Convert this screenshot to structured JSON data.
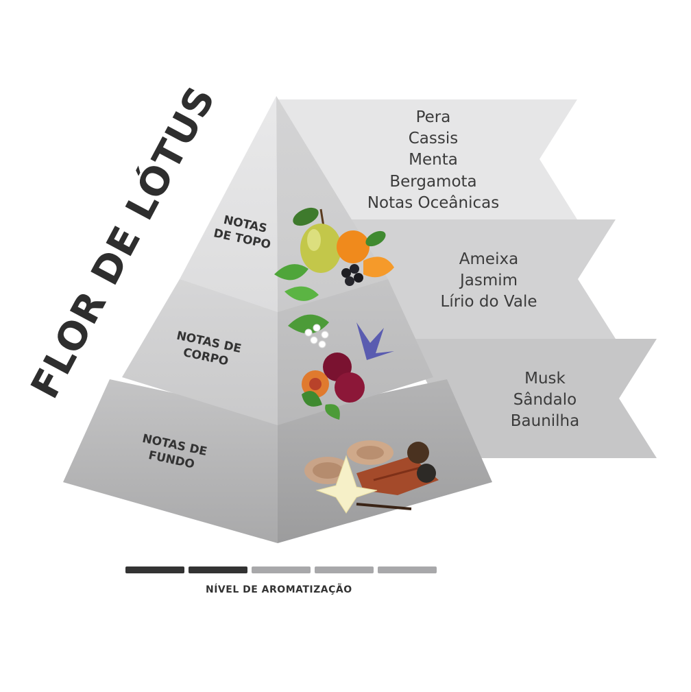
{
  "title": "FLOR DE LÓTUS",
  "tiers": [
    {
      "label_lines": [
        "NOTAS",
        "DE TOPO"
      ],
      "notes": [
        "Pera",
        "Cassis",
        "Menta",
        "Bergamota",
        "Notas Oceânicas"
      ]
    },
    {
      "label_lines": [
        "NOTAS DE",
        "CORPO"
      ],
      "notes": [
        "Ameixa",
        "Jasmim",
        "Lírio do Vale"
      ]
    },
    {
      "label_lines": [
        "NOTAS DE",
        "FUNDO"
      ],
      "notes": [
        "Musk",
        "Sândalo",
        "Baunilha"
      ]
    }
  ],
  "aromatization": {
    "label": "NÍVEL DE AROMATIZAÇÃO",
    "total_segments": 5,
    "filled_segments": 2,
    "filled_color": "#333333",
    "empty_color": "#a8a8aa"
  },
  "colors": {
    "ribbon_top": "#e6e6e7",
    "ribbon_mid": "#d2d2d3",
    "ribbon_bottom": "#c6c6c7"
  }
}
